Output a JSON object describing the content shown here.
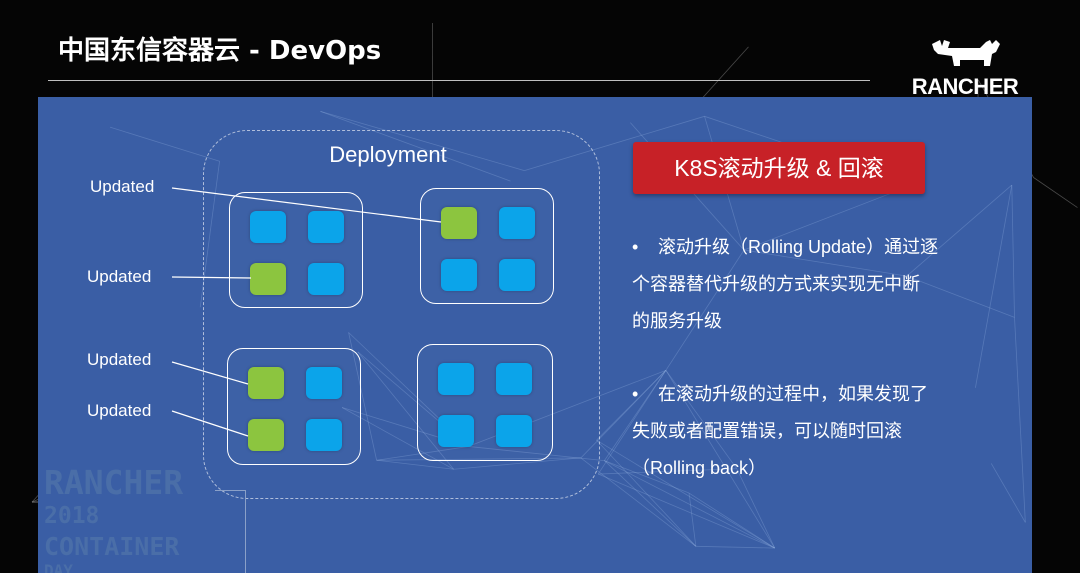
{
  "slide": {
    "title": "中国东信容器云 - DevOps",
    "logo_text": "RANCHER"
  },
  "diagram": {
    "deployment_label": "Deployment",
    "update_labels": [
      "Updated",
      "Updated",
      "Updated",
      "Updated"
    ],
    "nodes": [
      {
        "name": "node-top-left",
        "pods": [
          "pod",
          "pod",
          "updated",
          "pod"
        ]
      },
      {
        "name": "node-top-right",
        "pods": [
          "updated",
          "pod",
          "pod",
          "pod"
        ]
      },
      {
        "name": "node-bottom-left",
        "pods": [
          "updated",
          "pod",
          "updated",
          "pod"
        ]
      },
      {
        "name": "node-bottom-right",
        "pods": [
          "pod",
          "pod",
          "pod",
          "pod"
        ]
      }
    ]
  },
  "info": {
    "badge": "K8S滚动升级 & 回滚",
    "bullets": [
      {
        "marker": "•",
        "lines": [
          "滚动升级（Rolling Update）通过逐",
          "个容器替代升级的方式来实现无中断",
          "的服务升级"
        ]
      },
      {
        "marker": "•",
        "lines": [
          "在滚动升级的过程中，如果发现了",
          "失败或者配置错误，可以随时回滚",
          "（Rolling back）"
        ]
      }
    ]
  },
  "watermark": {
    "line1": "RANCHER",
    "line2": "2018",
    "line3": "CONTAINER",
    "line4": "DAY"
  },
  "colors": {
    "panel": "#3a5ea5",
    "pod": "#0ba4ea",
    "pod_updated": "#8cc53f",
    "badge": "#c72127",
    "background": "#050505"
  }
}
